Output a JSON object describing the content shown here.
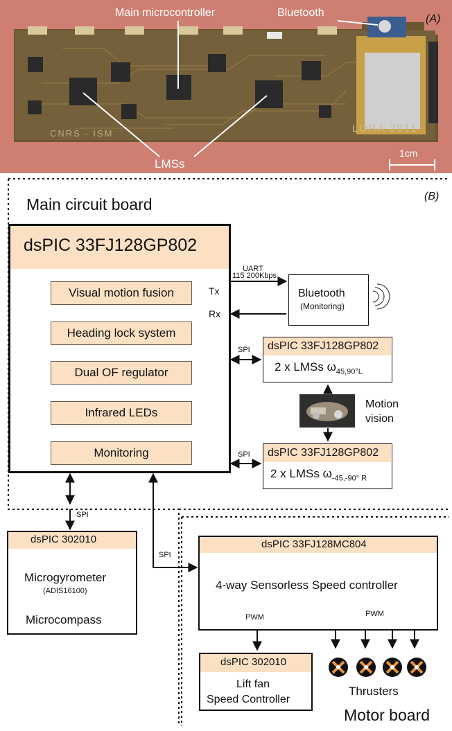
{
  "panel_a": {
    "label": "(A)",
    "callouts": {
      "main_mcu": "Main microcontroller",
      "bluetooth": "Bluetooth",
      "lmss": "LMSs"
    },
    "silkscreen": {
      "left": "CNRS - ISM",
      "right": "LORA 2011"
    },
    "scale_bar": "1cm",
    "colors": {
      "background": "#cf7f72",
      "board": "#6b5630"
    }
  },
  "panel_b": {
    "label": "(B)",
    "main_board": {
      "title": "Main circuit board",
      "chip": "dsPIC 33FJ128GP802",
      "functions": [
        "Visual motion fusion",
        "Heading lock system",
        "Dual OF regulator",
        "Infrared LEDs",
        "Monitoring"
      ],
      "tx": "Tx",
      "rx": "Rx"
    },
    "uart": {
      "label": "UART",
      "rate": "115 200Kbps"
    },
    "bluetooth": {
      "title": "Bluetooth",
      "subtitle": "(Monitoring)"
    },
    "lms_top": {
      "chip": "dsPIC 33FJ128GP802",
      "text": "2 x LMSs ω",
      "sub": "45,90°L",
      "link": "SPI"
    },
    "lms_bottom": {
      "chip": "dsPIC 33FJ128GP802",
      "text": "2 x LMSs ω",
      "sub": "-45,-90° R",
      "link": "SPI"
    },
    "motion_vision": {
      "line1": "Motion",
      "line2": "vision"
    },
    "sensors": {
      "chip": "dsPIC 302010",
      "gyro": "Microgyrometer",
      "gyro_model": "(ADIS16100)",
      "compass": "Microcompass",
      "link": "SPI"
    },
    "motor_board": {
      "title": "Motor board",
      "chip": "dsPIC 33FJ128MC804",
      "controller": "4-way Sensorless Speed controller",
      "link": "SPI",
      "pwm_left": "PWM",
      "pwm_right": "PWM"
    },
    "lift_fan": {
      "chip": "dsPIC 302010",
      "line1": "Lift fan",
      "line2": "Speed Controller"
    },
    "thrusters": {
      "label": "Thrusters",
      "count": 4
    },
    "colors": {
      "header_fill": "#fce0c4",
      "line": "#111111"
    }
  }
}
